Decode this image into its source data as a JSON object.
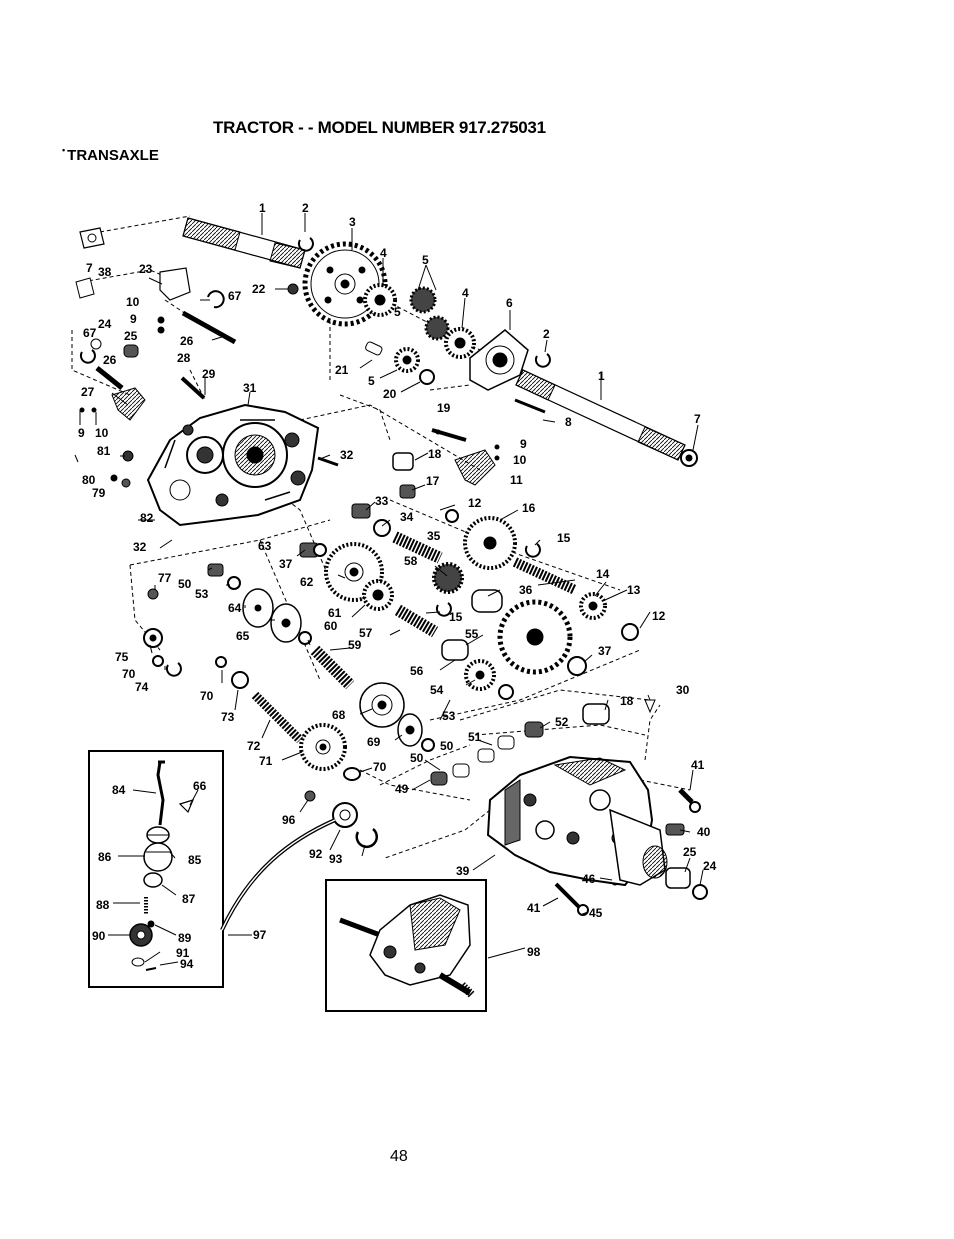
{
  "header": {
    "title": "TRACTOR - - MODEL NUMBER 917.275031",
    "section": "TRANSAXLE"
  },
  "footer": {
    "page_number": "48"
  },
  "callouts": {
    "c1": "1",
    "c1b": "1",
    "c2": "2",
    "c2b": "2",
    "c3": "3",
    "c4": "4",
    "c4b": "4",
    "c5": "5",
    "c5b": "5",
    "c5c": "5",
    "c6": "6",
    "c7": "7",
    "c7b": "7",
    "c8": "8",
    "c9": "9",
    "c9b": "9",
    "c9c": "9",
    "c10": "10",
    "c10b": "10",
    "c10c": "10",
    "c11": "11",
    "c12": "12",
    "c12b": "12",
    "c13": "13",
    "c14": "14",
    "c15": "15",
    "c15b": "15",
    "c16": "16",
    "c17": "17",
    "c18": "18",
    "c18b": "18",
    "c19": "19",
    "c20": "20",
    "c21": "21",
    "c22": "22",
    "c23": "23",
    "c24": "24",
    "c24b": "24",
    "c25": "25",
    "c25b": "25",
    "c26": "26",
    "c26b": "26",
    "c27": "27",
    "c28": "28",
    "c29": "29",
    "c30": "30",
    "c31": "31",
    "c32": "32",
    "c32b": "32",
    "c33": "33",
    "c34": "34",
    "c35": "35",
    "c36": "36",
    "c37": "37",
    "c37b": "37",
    "c38": "38",
    "c39": "39",
    "c40": "40",
    "c41": "41",
    "c41b": "41",
    "c45": "45",
    "c46": "46",
    "c49": "49",
    "c50": "50",
    "c50b": "50",
    "c50c": "50",
    "c51": "51",
    "c52": "52",
    "c53": "53",
    "c53b": "53",
    "c54": "54",
    "c55": "55",
    "c56": "56",
    "c57": "57",
    "c58": "58",
    "c59": "59",
    "c60": "60",
    "c61": "61",
    "c62": "62",
    "c63": "63",
    "c64": "64",
    "c65": "65",
    "c66": "66",
    "c67": "67",
    "c67b": "67",
    "c68": "68",
    "c69": "69",
    "c70": "70",
    "c70b": "70",
    "c70c": "70",
    "c71": "71",
    "c72": "72",
    "c73": "73",
    "c74": "74",
    "c75": "75",
    "c77": "77",
    "c79": "79",
    "c80": "80",
    "c81": "81",
    "c82": "82",
    "c84": "84",
    "c85": "85",
    "c86": "86",
    "c87": "87",
    "c88": "88",
    "c89": "89",
    "c90": "90",
    "c91": "91",
    "c92": "92",
    "c93": "93",
    "c94": "94",
    "c96": "96",
    "c97": "97",
    "c98": "98"
  },
  "parts": {
    "axle_shaft": "axle-shaft",
    "housing": "transaxle-housing",
    "cover": "case-cover",
    "shift_detail": "shift-lever-detail",
    "assembled": "assembled-transaxle"
  }
}
